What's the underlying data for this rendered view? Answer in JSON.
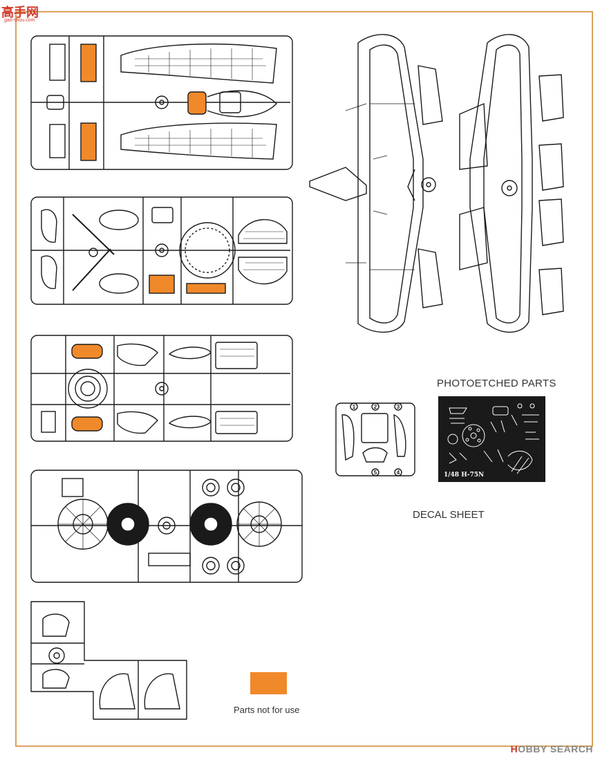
{
  "watermark_top_left": {
    "brand": "高手网",
    "url": "gao-shou.com"
  },
  "labels": {
    "photoetched": "PHOTOETCHED PARTS",
    "decal_sheet": "DECAL SHEET",
    "legend": "Parts not for use",
    "pe_scale": "1/48 H-75N"
  },
  "watermark_bottom_right": {
    "prefix": "H",
    "text": "OBBY SEARCH"
  },
  "colors": {
    "frame": "#d9a25a",
    "highlight": "#f0892a",
    "line": "#1a1a1a",
    "pe_sheet": "#1a1a1a"
  },
  "decal_numbers": [
    "1",
    "2",
    "3",
    "4",
    "5"
  ]
}
